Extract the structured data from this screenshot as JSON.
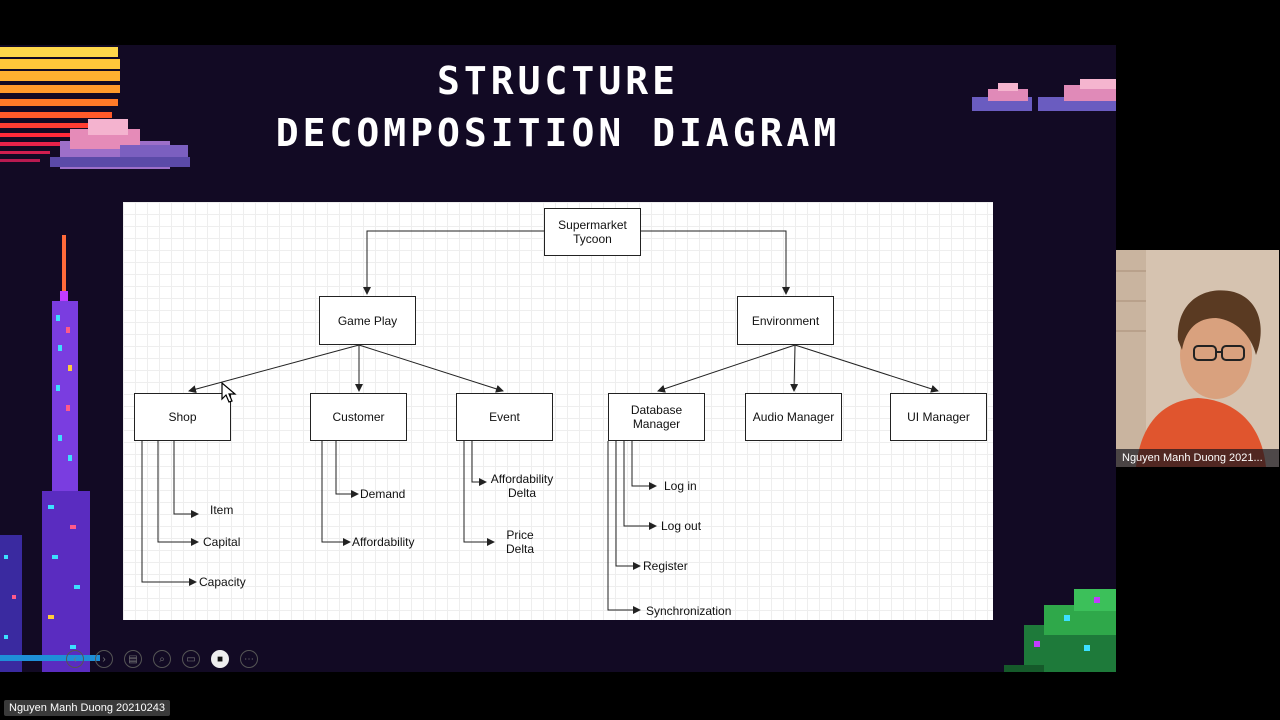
{
  "slide": {
    "title_line1": "STRUCTURE",
    "title_line2": "DECOMPOSITION DIAGRAM"
  },
  "diagram": {
    "root": "Supermarket Tycoon",
    "branches": [
      {
        "label": "Game Play",
        "children": [
          {
            "label": "Shop",
            "items": [
              "Item",
              "Capital",
              "Capacity"
            ]
          },
          {
            "label": "Customer",
            "items": [
              "Demand",
              "Affordability"
            ]
          },
          {
            "label": "Event",
            "items": [
              "Affordability Delta",
              "Price Delta"
            ]
          }
        ]
      },
      {
        "label": "Environment",
        "children": [
          {
            "label": "Database Manager",
            "items": [
              "Log in",
              "Log out",
              "Register",
              "Synchronization"
            ]
          },
          {
            "label": "Audio Manager",
            "items": []
          },
          {
            "label": "UI Manager",
            "items": []
          }
        ]
      }
    ]
  },
  "toolbar": {
    "icons": [
      "back-icon",
      "forward-icon",
      "slides-icon",
      "zoom-icon",
      "subtitles-icon",
      "camera-icon",
      "more-icon"
    ]
  },
  "participant": {
    "webcam_name": "Nguyen Manh Duong 2021...",
    "presenter_badge": "Nguyen Manh Duong 20210243"
  },
  "colors": {
    "slide_background": "#120a24",
    "title_text": "#ffffff",
    "diagram_background": "#ffffff"
  }
}
